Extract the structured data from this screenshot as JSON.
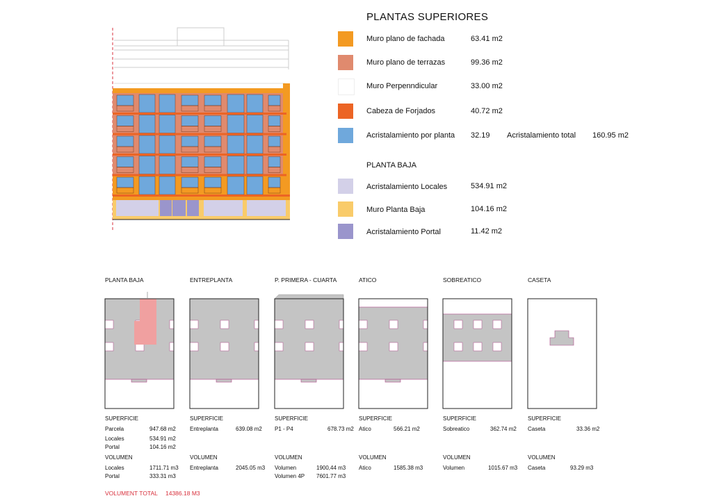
{
  "legend": {
    "title": "PLANTAS SUPERIORES",
    "items": [
      {
        "label": "Muro plano de fachada",
        "value": "63.41 m2",
        "color": "#f39a22"
      },
      {
        "label": "Muro plano de terrazas",
        "value": "99.36 m2",
        "color": "#e08a6e"
      },
      {
        "label": "Muro Perpenndicular",
        "value": "33.00 m2",
        "color": "#ffffff"
      },
      {
        "label": "Cabeza de Forjados",
        "value": "40.72 m2",
        "color": "#ec6424"
      },
      {
        "label": "Acristalamiento por planta",
        "value": "32.19",
        "color": "#6fa8dc",
        "extra_label": "Acristalamiento total",
        "extra_value": "160.95 m2"
      }
    ],
    "subtitle": "PLANTA BAJA",
    "ground_items": [
      {
        "label": "Acristalamiento Locales",
        "value": "534.91 m2",
        "color": "#d3d0e8"
      },
      {
        "label": "Muro Planta Baja",
        "value": "104.16 m2",
        "color": "#f9cb6a"
      },
      {
        "label": "Acristalamiento Portal",
        "value": "11.42 m2",
        "color": "#9a95cc"
      }
    ]
  },
  "plans": [
    {
      "title": "PLANTA BAJA",
      "sup_label": "SUPERFICIE",
      "sup": [
        [
          "Parcela",
          "947.68 m2"
        ],
        [
          "Locales",
          "534.91 m2"
        ],
        [
          "Portal",
          "104.16 m2"
        ]
      ],
      "vol_label": "VOLUMEN",
      "vol": [
        [
          "Locales",
          "1711.71 m3"
        ],
        [
          "Portal",
          "333.31 m3"
        ]
      ]
    },
    {
      "title": "ENTREPLANTA",
      "sup_label": "SUPERFICIE",
      "sup": [
        [
          "Entreplanta",
          "639.08 m2"
        ]
      ],
      "vol_label": "VOLUMEN",
      "vol": [
        [
          "Entreplanta",
          "2045.05 m3"
        ]
      ]
    },
    {
      "title": "P. PRIMERA - CUARTA",
      "sup_label": "SUPERFICIE",
      "sup": [
        [
          "P1 - P4",
          "678.73 m2"
        ]
      ],
      "vol_label": "VOLUMEN",
      "vol": [
        [
          "Volumen",
          "1900,44 m3"
        ],
        [
          "Volumen 4P",
          "7601.77 m3"
        ]
      ]
    },
    {
      "title": "ATICO",
      "sup_label": "SUPERFICIE",
      "sup": [
        [
          "Atico",
          "566.21 m2"
        ]
      ],
      "vol_label": "VOLUMEN",
      "vol": [
        [
          "Atico",
          "1585.38 m3"
        ]
      ]
    },
    {
      "title": "SOBREATICO",
      "sup_label": "SUPERFICIE",
      "sup": [
        [
          "Sobreatico",
          "362.74 m2"
        ]
      ],
      "vol_label": "VOLUMEN",
      "vol": [
        [
          "Volumen",
          "1015.67 m3"
        ]
      ]
    },
    {
      "title": "CASETA",
      "sup_label": "SUPERFICIE",
      "sup": [
        [
          "Caseta",
          "33.36  m2"
        ]
      ],
      "vol_label": "VOLUMEN",
      "vol": [
        [
          "Caseta",
          "93.29 m3"
        ]
      ]
    }
  ],
  "total": {
    "label": "VOLUMENT TOTAL",
    "value": "14386.18 M3"
  }
}
